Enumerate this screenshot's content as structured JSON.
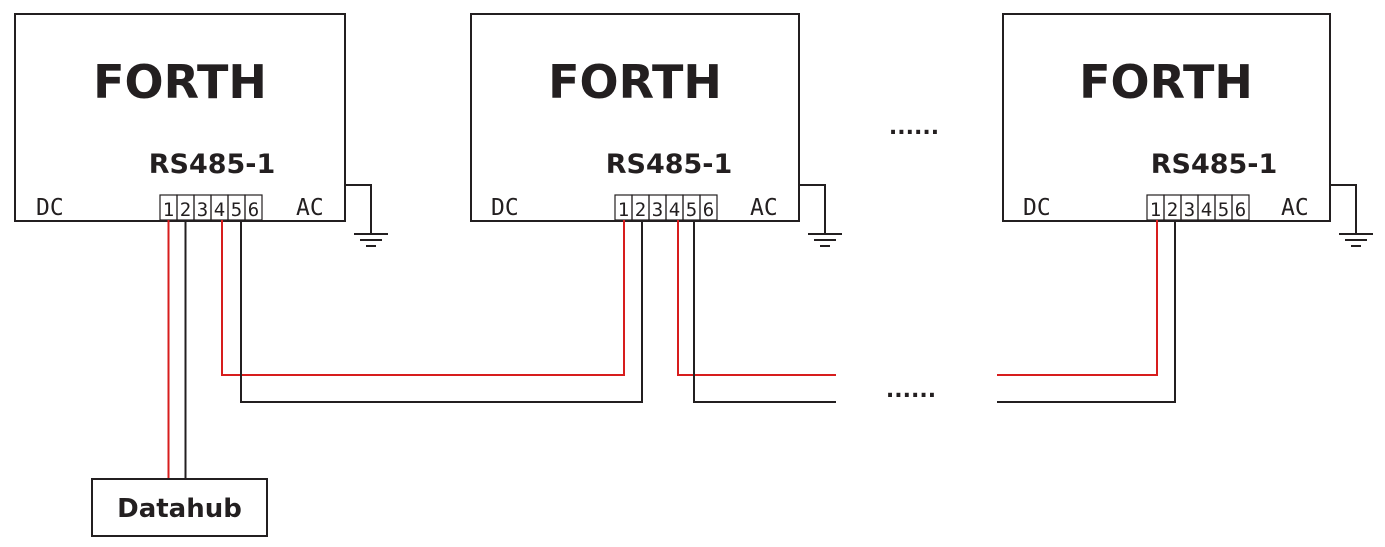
{
  "devices": [
    {
      "title": "FORTH",
      "port_label": "RS485-1",
      "dc_label": "DC",
      "ac_label": "AC",
      "pins": [
        "1",
        "2",
        "3",
        "4",
        "5",
        "6"
      ]
    },
    {
      "title": "FORTH",
      "port_label": "RS485-1",
      "dc_label": "DC",
      "ac_label": "AC",
      "pins": [
        "1",
        "2",
        "3",
        "4",
        "5",
        "6"
      ]
    },
    {
      "title": "FORTH",
      "port_label": "RS485-1",
      "dc_label": "DC",
      "ac_label": "AC",
      "pins": [
        "1",
        "2",
        "3",
        "4",
        "5",
        "6"
      ]
    }
  ],
  "ellipsis_top": "......",
  "ellipsis_bottom": "......",
  "datahub_label": "Datahub",
  "colors": {
    "line": "#231f20",
    "wire_red": "#d71d1d",
    "wire_black": "#231f20",
    "background": "#ffffff"
  }
}
